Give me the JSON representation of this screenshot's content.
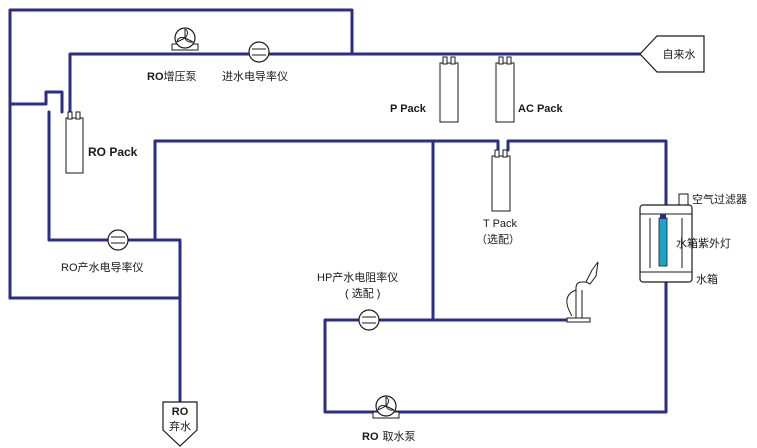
{
  "labels": {
    "ro_booster_pump_prefix": "RO",
    "ro_booster_pump": "增压泵",
    "inlet_conductivity": "进水电导率仪",
    "tap_water": "自来水",
    "p_pack": "P Pack",
    "ac_pack": "AC Pack",
    "ro_pack": "RO Pack",
    "t_pack": "T Pack",
    "t_pack_optional": "（选配）",
    "air_filter": "空气过滤器",
    "tank_uv_lamp": "水箱紫外灯",
    "water_tank": "水箱",
    "ro_product_conductivity": "RO产水电导率仪",
    "hp_resistivity": "HP产水电阻率仪",
    "hp_optional": "( 选配 )",
    "ro_reject_line1": "RO",
    "ro_reject_line2": "弃水",
    "ro_dispense_pump_prefix": "RO",
    "ro_dispense_pump": "取水泵"
  },
  "colors": {
    "pipe": "#2b2d86",
    "uv_lamp": "#19a6c9",
    "outline": "#1a1a1a"
  }
}
